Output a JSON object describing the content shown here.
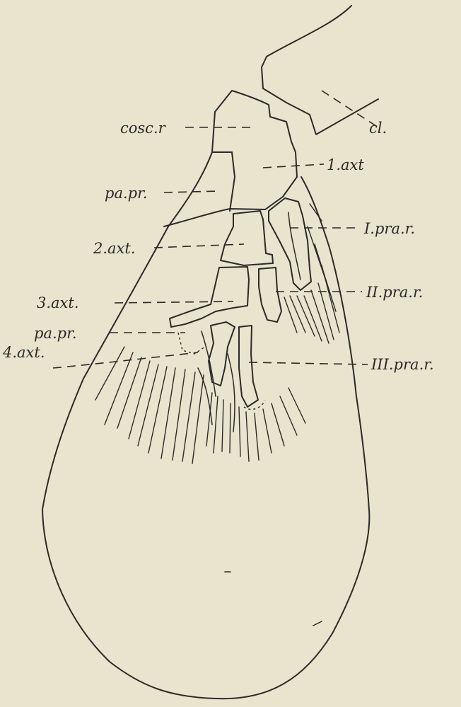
{
  "labels": {
    "cosc": "cosc.r",
    "cl": "cl.",
    "axt1": "1.axt",
    "papr_upper": "pa.pr.",
    "pra1": "I.pra.r.",
    "axt2": "2.axt.",
    "axt3": "3.axt.",
    "pra2": "II.pra.r.",
    "papr_lower": "pa.pr.",
    "axt4": "4.axt.",
    "pra3": "III.pra.r."
  },
  "colors": {
    "paper": "#e8e4ce",
    "ink": "#2a2a2a"
  }
}
